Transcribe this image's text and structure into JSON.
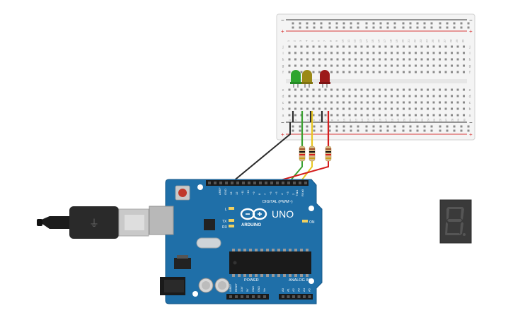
{
  "colors": {
    "arduino_blue": "#1f6fa8",
    "breadboard": "#f2f2f2",
    "rail_red": "#d83a3a",
    "rail_black": "#333333",
    "wire_black": "#2b2b2b",
    "wire_red": "#d41c1c",
    "wire_green": "#3aa130",
    "wire_yellow": "#e8c720",
    "led_green": "#2ea52e",
    "led_yellow": "#9b8a16",
    "led_red": "#9c1a1a"
  },
  "arduino": {
    "brand": "ARDUINO",
    "model": "UNO",
    "digital_label": "DIGITAL (PWM~)",
    "power_label": "POWER",
    "analog_label": "ANALOG IN",
    "on_label": "ON",
    "l_label": "L",
    "tx_label": "TX",
    "rx_label": "RX",
    "txrx_label": "TX▸1",
    "rxrx_label": "RX◂0",
    "top_pins": [
      "AREF",
      "GND",
      "13",
      "12",
      "~11",
      "~10",
      "~9",
      "8",
      "7",
      "~6",
      "~5",
      "4",
      "~3",
      "2"
    ],
    "power_pins": [
      "IOREF",
      "RESET",
      "3.3V",
      "5V",
      "GND",
      "GND",
      "Vin"
    ],
    "analog_pins": [
      "A0",
      "A1",
      "A2",
      "A3",
      "A4",
      "A5"
    ]
  },
  "breadboard": {
    "plus_symbol": "+",
    "minus_symbol": "−",
    "columns": [
      "1",
      "2",
      "3",
      "4",
      "5",
      "6",
      "7",
      "8",
      "9",
      "10",
      "11",
      "12",
      "13",
      "14",
      "15",
      "16",
      "17",
      "18",
      "19",
      "20",
      "21",
      "22",
      "23",
      "24",
      "25",
      "26",
      "27",
      "28",
      "29",
      "30"
    ],
    "rows_top": [
      "j",
      "i",
      "h",
      "g",
      "f"
    ],
    "rows_bottom": [
      "e",
      "d",
      "c",
      "b",
      "a"
    ]
  },
  "seven_segment": {
    "digit": "8"
  },
  "usb": {
    "symbol": "⏚"
  }
}
